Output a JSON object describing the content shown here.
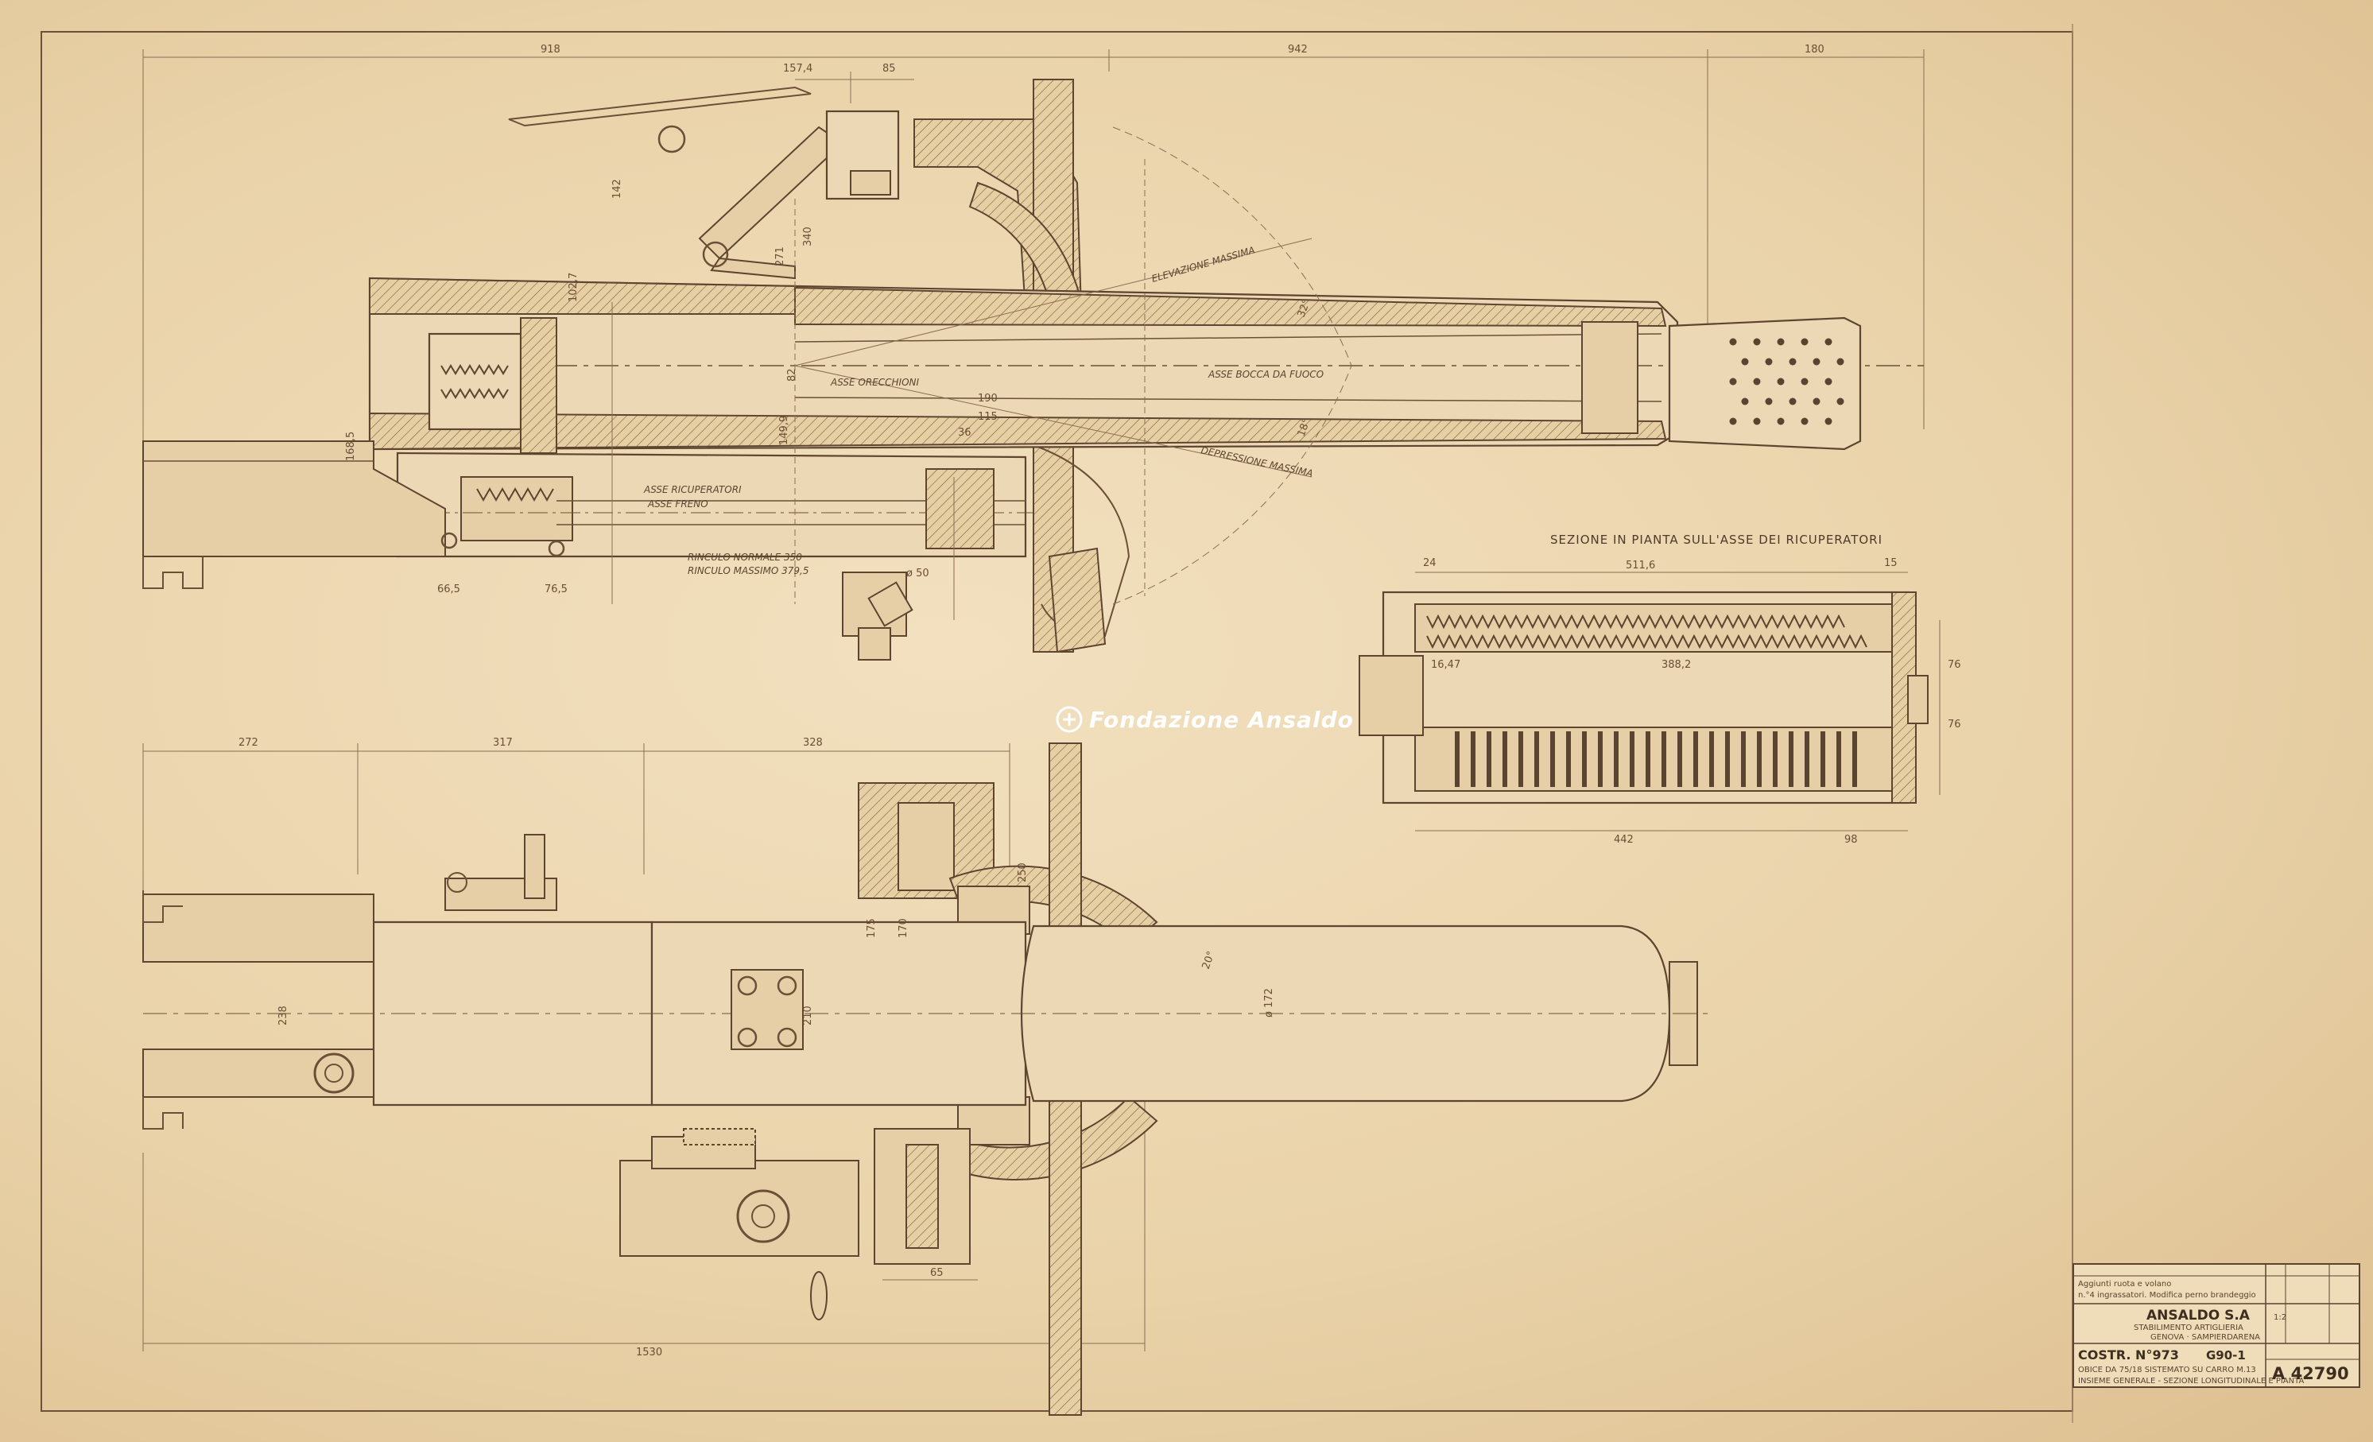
{
  "watermark": "Fondazione Ansaldo",
  "section_title": "SEZIONE IN PIANTA SULL'ASSE DEI RICUPERATORI",
  "labels": {
    "elevazione": "ELEVAZIONE MASSIMA",
    "depressione": "DEPRESSIONE MASSIMA",
    "asse_bocca": "ASSE BOCCA DA FUOCO",
    "asse_orecchioni": "ASSE ORECCHIONI",
    "asse_ricuperatori": "ASSE RICUPERATORI",
    "asse_freno": "ASSE FRENO",
    "rinculo_normale": "RINCULO NORMALE 350",
    "rinculo_massimo": "RINCULO MASSIMO 379,5"
  },
  "dimensions": {
    "top": [
      "918",
      "157,4",
      "85",
      "942",
      "180"
    ],
    "top_plan": [
      "272",
      "317",
      "328"
    ],
    "bottom": "1530",
    "bottom_small": "65",
    "side": [
      "142",
      "340",
      "271",
      "102,7",
      "149,9",
      "168,5"
    ],
    "misc": [
      "66,5",
      "76,5",
      "ø 50",
      "ø 172",
      "238",
      "175",
      "170",
      "210",
      "250",
      "82",
      "115",
      "190",
      "36",
      "20°",
      "18°",
      "32°"
    ],
    "section": [
      "511,6",
      "388,2",
      "16,47",
      "442",
      "98",
      "76",
      "76",
      "24",
      "15"
    ]
  },
  "title_block": {
    "rev_lines": [
      "Aggiunti ruota e volano",
      "n.°4 ingrassatori. Modifica perno brandeggio"
    ],
    "company": "ANSALDO S.A",
    "sub1": "STABILIMENTO ARTIGLIERIA",
    "sub2": "GENOVA · SAMPIERDARENA",
    "costr": "COSTR. N°973",
    "code": "G90-1",
    "desc1": "OBICE DA 75/18 SISTEMATO SU CARRO M.13",
    "desc2": "INSIEME GENERALE - SEZIONE LONGITUDINALE E PIANTA",
    "scale": "1:2",
    "drawing_no": "A 42790"
  }
}
